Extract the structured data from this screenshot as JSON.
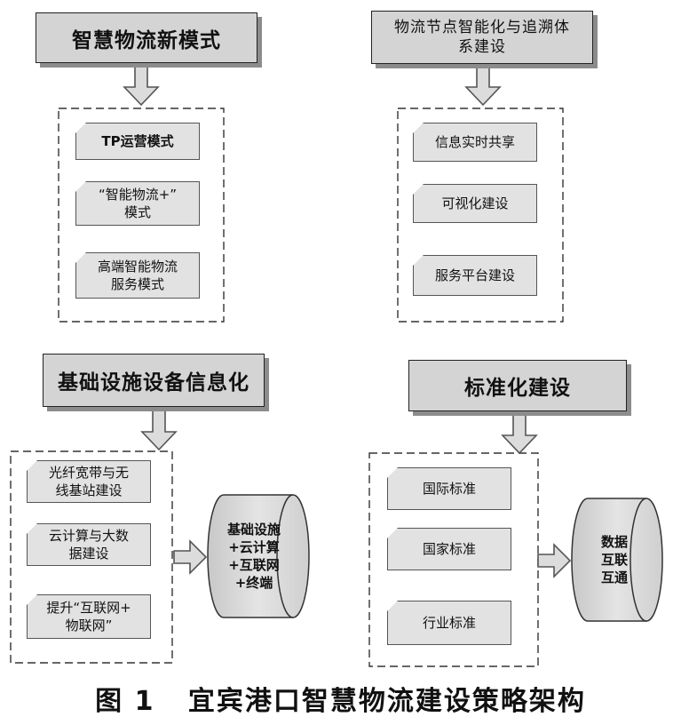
{
  "caption": "图 1   宜宾港口智慧物流建设策略架构",
  "blocks": {
    "smart_logistics": {
      "header": "智慧物流新模式",
      "items": [
        "TP运营模式",
        "“智能物流+”\n模式",
        "高端智能物流\n服务模式"
      ]
    },
    "node_intelligence": {
      "header": "物流节点智能化与追溯体\n系建设",
      "items": [
        "信息实时共享",
        "可视化建设",
        "服务平台建设"
      ]
    },
    "infrastructure": {
      "header": "基础设施设备信息化",
      "items": [
        "光纤宽带与无\n线基站建设",
        "云计算与大数\n据建设",
        "提升“互联网+\n物联网”"
      ],
      "result": "基础设施\n+云计算\n+互联网\n+终端"
    },
    "standardization": {
      "header": "标准化建设",
      "items": [
        "国际标准",
        "国家标准",
        "行业标准"
      ],
      "result": "数据\n互联\n互通"
    }
  }
}
